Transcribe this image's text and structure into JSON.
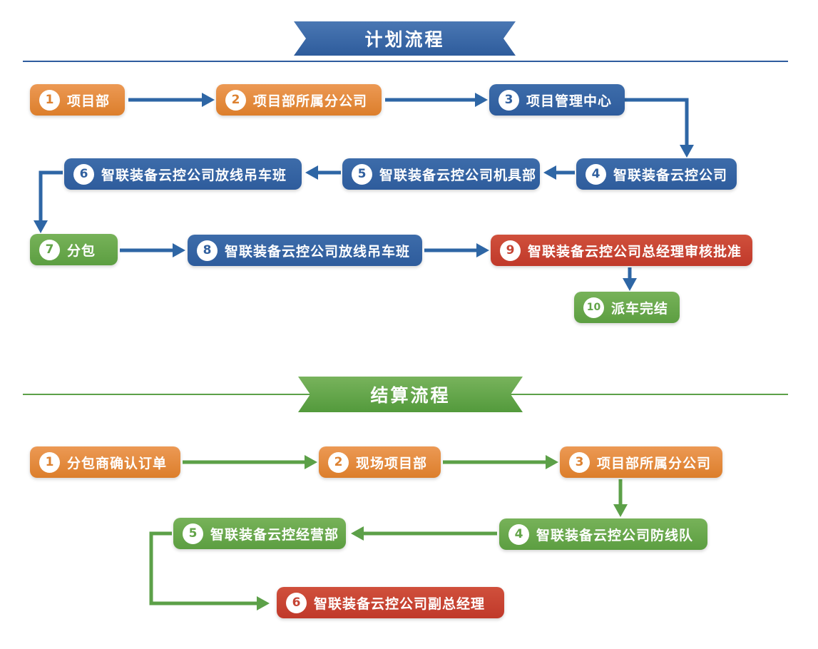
{
  "colors": {
    "orange_box": "#dd7e2b",
    "blue_box": "#2e5c9c",
    "green_box": "#5c9e41",
    "red_box": "#c0392a",
    "arrow_blue": "#2e66a5",
    "arrow_green": "#5ca048"
  },
  "sections": [
    {
      "banner": "计划流程",
      "theme": "blue",
      "nodes": [
        {
          "num": "1",
          "label": "项目部",
          "color": "orange"
        },
        {
          "num": "2",
          "label": "项目部所属分公司",
          "color": "orange"
        },
        {
          "num": "3",
          "label": "项目管理中心",
          "color": "blue"
        },
        {
          "num": "4",
          "label": "智联装备云控公司",
          "color": "blue"
        },
        {
          "num": "5",
          "label": "智联装备云控公司机具部",
          "color": "blue"
        },
        {
          "num": "6",
          "label": "智联装备云控公司放线吊车班",
          "color": "blue"
        },
        {
          "num": "7",
          "label": "分包",
          "color": "green"
        },
        {
          "num": "8",
          "label": "智联装备云控公司放线吊车班",
          "color": "blue"
        },
        {
          "num": "9",
          "label": "智联装备云控公司总经理审核批准",
          "color": "red"
        },
        {
          "num": "10",
          "label": "派车完结",
          "color": "green"
        }
      ]
    },
    {
      "banner": "结算流程",
      "theme": "green",
      "nodes": [
        {
          "num": "1",
          "label": "分包商确认订单",
          "color": "orange"
        },
        {
          "num": "2",
          "label": "现场项目部",
          "color": "orange"
        },
        {
          "num": "3",
          "label": "项目部所属分公司",
          "color": "orange"
        },
        {
          "num": "4",
          "label": "智联装备云控公司防线队",
          "color": "green"
        },
        {
          "num": "5",
          "label": "智联装备云控经营部",
          "color": "green"
        },
        {
          "num": "6",
          "label": "智联装备云控公司副总经理",
          "color": "red"
        }
      ]
    }
  ]
}
